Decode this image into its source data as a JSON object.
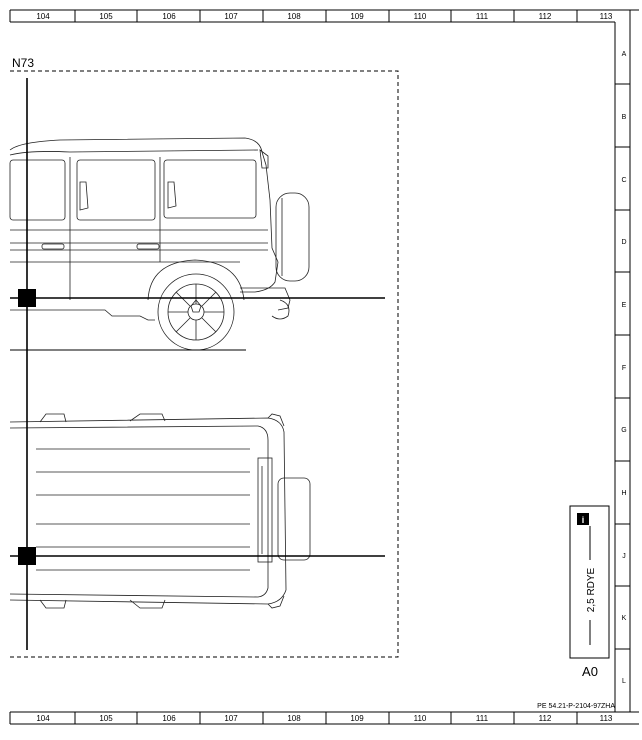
{
  "grid": {
    "columns": [
      "104",
      "105",
      "106",
      "107",
      "108",
      "109",
      "110",
      "111",
      "112",
      "113"
    ],
    "rows": [
      "A",
      "B",
      "C",
      "D",
      "E",
      "F",
      "G",
      "H",
      "J",
      "K",
      "L"
    ]
  },
  "diagram": {
    "component_label": "N73",
    "connector_label": "A0",
    "wire_label": "2,5 RDYE",
    "info_icon": "info-icon",
    "document_ref": "PE 54.21-P-2104-97ZHA"
  }
}
